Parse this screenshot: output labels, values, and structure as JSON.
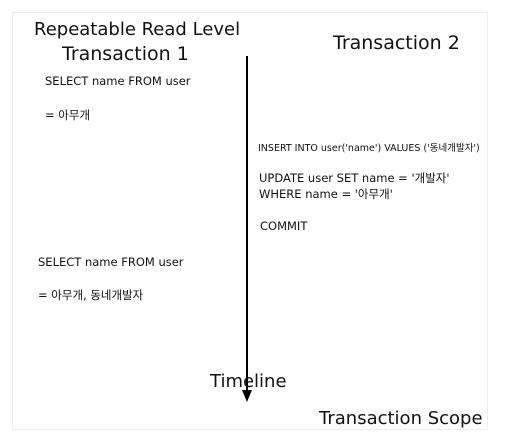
{
  "header": {
    "isolation_level": "Repeatable Read Level",
    "transaction_1": "Transaction 1",
    "transaction_2": "Transaction 2"
  },
  "transaction_1": {
    "select_1": "SELECT name FROM user",
    "result_1": "= 아무개",
    "select_2": "SELECT name FROM user",
    "result_2": "= 아무개, 동네개발자"
  },
  "transaction_2": {
    "insert": "INSERT INTO user('name') VALUES ('동네개발자')",
    "update_line_1": "UPDATE user SET name = '개발자'",
    "update_line_2": "WHERE name = '아무개'",
    "commit": "COMMIT"
  },
  "timeline": {
    "label": "Timeline"
  },
  "scope": {
    "label": "Transaction Scope"
  }
}
